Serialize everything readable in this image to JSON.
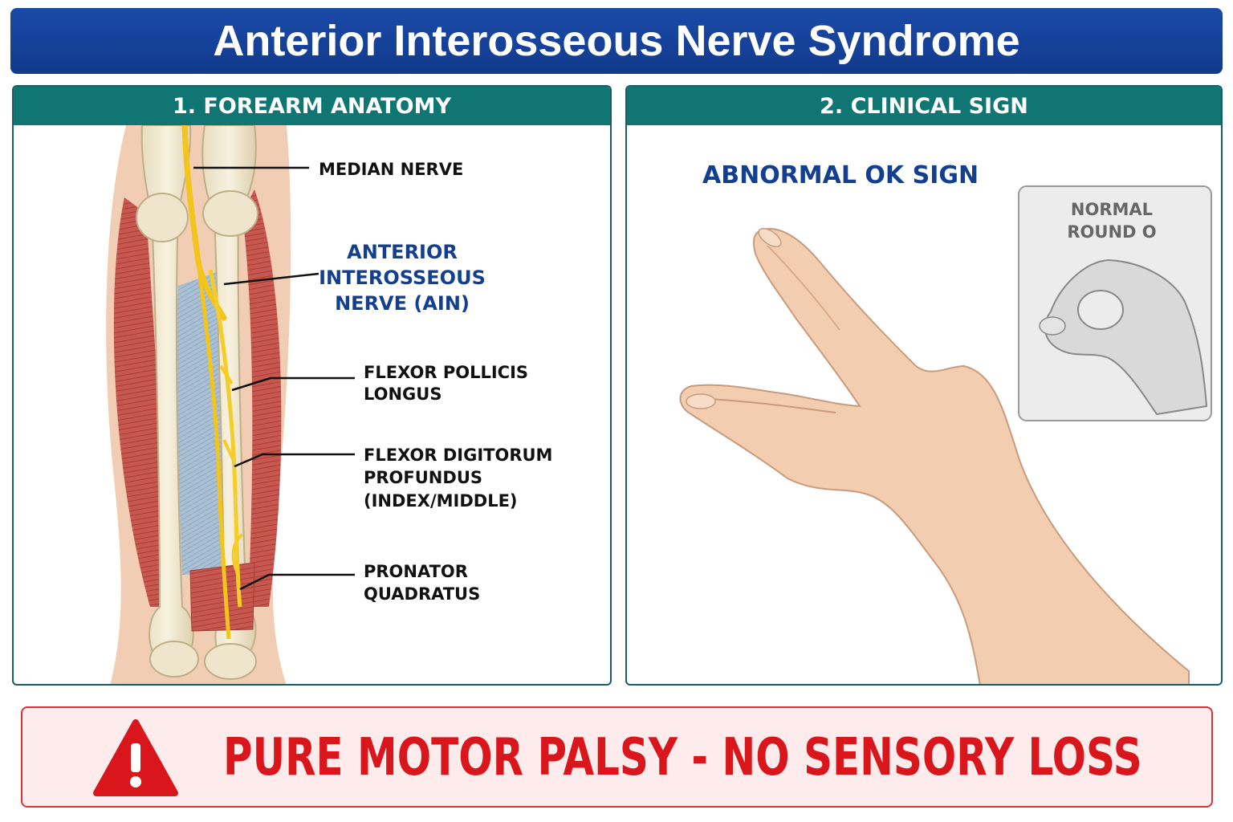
{
  "title": "Anterior Interosseous Nerve Syndrome",
  "panels": {
    "anatomy": {
      "header": "1. FOREARM ANATOMY",
      "labels": {
        "median_nerve": "MEDIAN NERVE",
        "ain_line1": "ANTERIOR",
        "ain_line2": "INTEROSSEOUS",
        "ain_line3": "NERVE (AIN)",
        "fpl_line1": "FLEXOR POLLICIS",
        "fpl_line2": "LONGUS",
        "fdp_line1": "FLEXOR DIGITORUM",
        "fdp_line2": "PROFUNDUS",
        "fdp_line3": "(INDEX/MIDDLE)",
        "pq_line1": "PRONATOR",
        "pq_line2": "QUADRATUS"
      }
    },
    "clinical": {
      "header": "2. CLINICAL SIGN",
      "sign_label": "ABNORMAL OK SIGN",
      "inset_line1": "NORMAL",
      "inset_line2": "ROUND O"
    }
  },
  "alert": {
    "text": "PURE MOTOR PALSY - NO SENSORY LOSS",
    "icon": "warning-triangle-icon"
  },
  "colors": {
    "title_bg": "#1a4aa8",
    "panel_header": "#0f7673",
    "nerve": "#f2c41c",
    "muscle": "#c8544e",
    "alert_red": "#d9161c",
    "label_blue": "#123f8f"
  }
}
